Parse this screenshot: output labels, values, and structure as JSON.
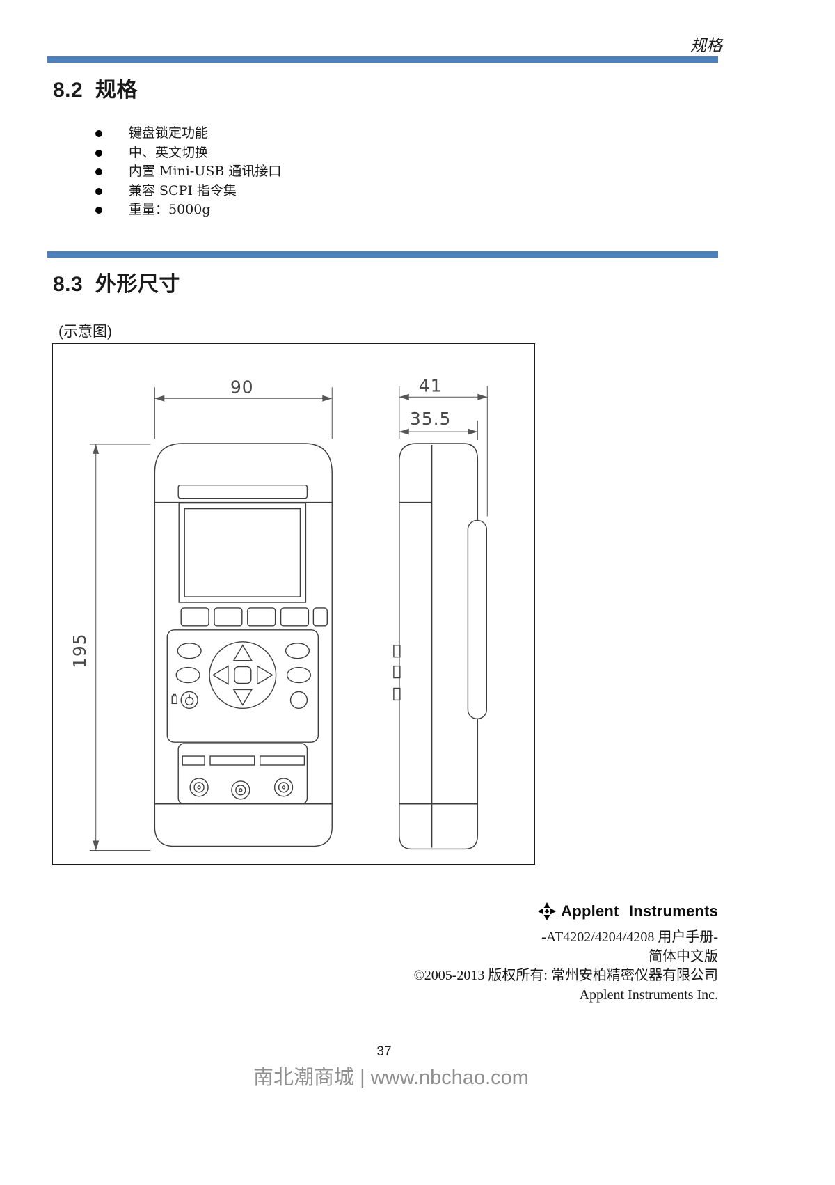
{
  "colors": {
    "accent_bar": "#4e81ba"
  },
  "header": {
    "running_title": "规格"
  },
  "sections": {
    "s82": {
      "title": "8.2  规格",
      "bullets": [
        "键盘锁定功能",
        "中、英文切换",
        "内置 Mini-USB 通讯接口",
        "兼容 SCPI 指令集",
        "重量：5000g"
      ]
    },
    "s83": {
      "title": "8.3  外形尺寸",
      "caption": "(示意图)"
    }
  },
  "drawing": {
    "dimensions": {
      "front_width": "90",
      "side_depth_total": "41",
      "side_depth_body": "35.5",
      "front_height": "195"
    }
  },
  "colophon": {
    "brand": "Applent Instruments",
    "lines": [
      "-AT4202/4204/4208 用户手册-",
      "简体中文版",
      "©2005-2013 版权所有: 常州安柏精密仪器有限公司",
      "Applent Instruments Inc."
    ]
  },
  "footer": {
    "page_number": "37",
    "site": "南北潮商城 | www.nbchao.com"
  }
}
